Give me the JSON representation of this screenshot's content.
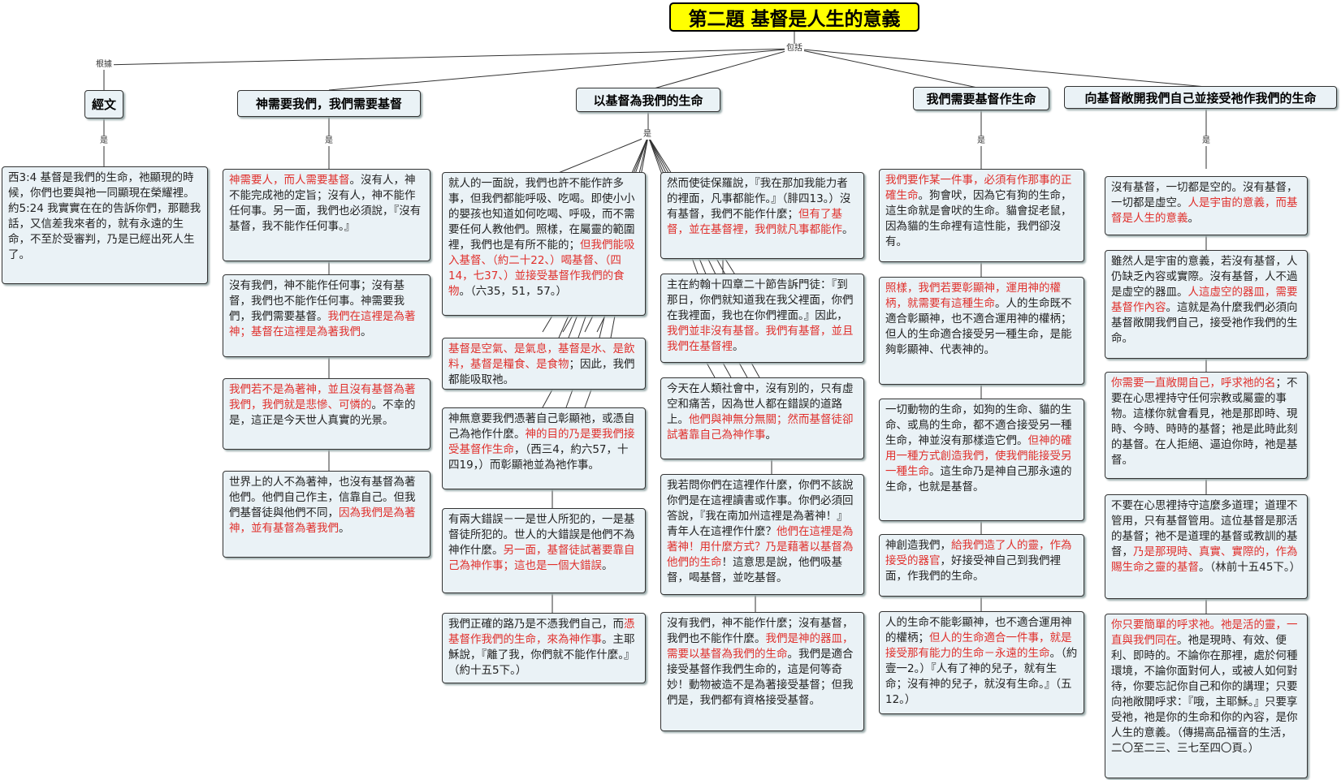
{
  "title": "第二題  基督是人生的意義",
  "labels": {
    "based_on": "根據",
    "includes": "包括",
    "is": "是"
  },
  "categories": [
    {
      "id": "c0",
      "label": "經文"
    },
    {
      "id": "c1",
      "label": "神需要我們，我們需要基督"
    },
    {
      "id": "c2",
      "label": "以基督為我們的生命"
    },
    {
      "id": "c3",
      "label": "我們需要基督作生命"
    },
    {
      "id": "c4",
      "label": "向基督敞開我們自己並接受祂作我們的生命"
    }
  ],
  "boxes": [
    {
      "id": "b0_0",
      "segs": [
        {
          "t": "西3:4  基督是我們的生命，祂顯現的時候，你們也要與祂一同顯現在榮耀裡。",
          "r": false
        },
        {
          "t": "\n約5:24  我實實在在的告訴你們，那聽我話，又信差我來者的，就有永遠的生命，不至於受審判，乃是已經出死人生了。",
          "r": false
        }
      ]
    },
    {
      "id": "b1_0",
      "segs": [
        {
          "t": "神需要人，而人需要基督",
          "r": true
        },
        {
          "t": "。沒有人，神不能完成祂的定旨；沒有人，神不能作任何事。另一面，我們也必須說，『沒有基督，我不能作任何事。』",
          "r": false
        }
      ]
    },
    {
      "id": "b1_1",
      "segs": [
        {
          "t": "沒有我們，神不能作任何事；沒有基督，我們也不能作任何事。神需要我們，我們需要基督。",
          "r": false
        },
        {
          "t": "我們在這裡是為著神；基督在這裡是為著我們",
          "r": true
        },
        {
          "t": "。",
          "r": false
        }
      ]
    },
    {
      "id": "b1_2",
      "segs": [
        {
          "t": "我們若不是為著神，並且沒有基督為著我們，我們就是悲慘、可憐的",
          "r": true
        },
        {
          "t": "。不幸的是，這正是今天世人真實的光景。",
          "r": false
        }
      ]
    },
    {
      "id": "b1_3",
      "segs": [
        {
          "t": "世界上的人不為著神，也沒有基督為著他們。他們自己作主，信靠自己。但我們基督徒與他們不同，",
          "r": false
        },
        {
          "t": "因為我們是為著神，並有基督為著我們",
          "r": true
        },
        {
          "t": "。",
          "r": false
        }
      ]
    },
    {
      "id": "b2a_0",
      "segs": [
        {
          "t": "就人的一面說，我們也許不能作許多事，但我們都能呼吸、吃喝。即使小小的嬰孩也知道如何吃喝、呼吸，而不需要任何人教他們。照樣，在屬靈的範圍裡，我們也是有所不能的；",
          "r": false
        },
        {
          "t": "但我們能吸入基督、（約二十22、）喝基督、（四14，七37、）並接受基督作我們的食物",
          "r": true
        },
        {
          "t": "。（六35，51，57。）",
          "r": false
        }
      ]
    },
    {
      "id": "b2a_1",
      "segs": [
        {
          "t": "基督是空氣、是氣息，基督是水、是飲料，基督是糧食、是食物",
          "r": true
        },
        {
          "t": "；因此，我們都能吸取祂。",
          "r": false
        }
      ]
    },
    {
      "id": "b2a_2",
      "segs": [
        {
          "t": "神無意要我們憑著自己彰顯祂，或憑自己為祂作什麼。",
          "r": false
        },
        {
          "t": "神的目的乃是要我們接受基督作生命",
          "r": true
        },
        {
          "t": "，（西三4，約六57，十四19，）而彰顯祂並為祂作事。",
          "r": false
        }
      ]
    },
    {
      "id": "b2a_3",
      "segs": [
        {
          "t": "有兩大錯誤－一是世人所犯的，一是基督徒所犯的。世人的大錯誤是他們不為神作什麼。",
          "r": false
        },
        {
          "t": "另一面，基督徒試著要靠自己為神作事；這也是一個大錯誤",
          "r": true
        },
        {
          "t": "。",
          "r": false
        }
      ]
    },
    {
      "id": "b2a_4",
      "segs": [
        {
          "t": "我們正確的路乃是不憑我們自己，而",
          "r": false
        },
        {
          "t": "憑基督作我們的生命，來為神作事",
          "r": true
        },
        {
          "t": "。主耶穌說，『離了我，你們就不能作什麼。』（約十五5下。）",
          "r": false
        }
      ]
    },
    {
      "id": "b2b_0",
      "segs": [
        {
          "t": "然而使徒保羅說，『我在那加我能力者的裡面，凡事都能作。』（腓四13。）沒有基督，我們不能作什麼；",
          "r": false
        },
        {
          "t": "但有了基督，並在基督裡，我們就凡事都能作",
          "r": true
        },
        {
          "t": "。",
          "r": false
        }
      ]
    },
    {
      "id": "b2b_1",
      "segs": [
        {
          "t": "主在約翰十四章二十節告訴門徒：『到那日，你們就知道我在我父裡面，你們在我裡面，我也在你們裡面。』因此，",
          "r": false
        },
        {
          "t": "我們並非沒有基督。我們有基督，並且我們在基督裡",
          "r": true
        },
        {
          "t": "。",
          "r": false
        }
      ]
    },
    {
      "id": "b2b_2",
      "segs": [
        {
          "t": "今天在人類社會中，沒有別的，只有虛空和痛苦，因為世人都在錯誤的道路上。",
          "r": false
        },
        {
          "t": "他們與神無分無關；然而基督徒卻試著靠自己為神作事",
          "r": true
        },
        {
          "t": "。",
          "r": false
        }
      ]
    },
    {
      "id": "b2b_3",
      "segs": [
        {
          "t": "我若問你們在這裡作什麼，你們不該說你們是在這裡讀書或作事。你們必須回答說，『我在南加州這裡是為著神！』青年人在這裡作什麼？",
          "r": false
        },
        {
          "t": "他們在這裡是為著神！用什麼方式？乃是藉著以基督為他們的生命",
          "r": true
        },
        {
          "t": "！這意思是說，他們吸基督，喝基督，並吃基督。",
          "r": false
        }
      ]
    },
    {
      "id": "b2b_4",
      "segs": [
        {
          "t": "沒有我們，神不能作什麼；沒有基督，我們也不能作什麼。",
          "r": false
        },
        {
          "t": "我們是神的器皿，需要以基督為我們的生命",
          "r": true
        },
        {
          "t": "。我們是適合接受基督作我們生命的，這是何等奇妙！動物被造不是為著接受基督；但我們是，我們都有資格接受基督。",
          "r": false
        }
      ]
    },
    {
      "id": "b3_0",
      "segs": [
        {
          "t": "我們要作某一件事，必須有作那事的正確生命",
          "r": true
        },
        {
          "t": "。狗會吠，因為它有狗的生命，這生命就是會吠的生命。貓會捉老鼠，因為貓的生命裡有這性能，我們卻沒有。",
          "r": false
        }
      ]
    },
    {
      "id": "b3_1",
      "segs": [
        {
          "t": "照樣，我們若要彰顯神，運用神的權柄，就需要有這種生命",
          "r": true
        },
        {
          "t": "。人的生命既不適合彰顯神，也不適合運用神的權柄；但人的生命適合接受另一種生命，是能夠彰顯神、代表神的。",
          "r": false
        }
      ]
    },
    {
      "id": "b3_2",
      "segs": [
        {
          "t": "一切動物的生命，如狗的生命、貓的生命、或鳥的生命，都不適合接受另一種生命，神並沒有那樣造它們。",
          "r": false
        },
        {
          "t": "但神的確用一種方式創造我們，使我們能接受另一種生命",
          "r": true
        },
        {
          "t": "。這生命乃是神自己那永遠的生命，也就是基督。",
          "r": false
        }
      ]
    },
    {
      "id": "b3_3",
      "segs": [
        {
          "t": "神創造我們，",
          "r": false
        },
        {
          "t": "給我們造了人的靈，作為接受的器官",
          "r": true
        },
        {
          "t": "，好接受神自己到我們裡面，作我們的生命。",
          "r": false
        }
      ]
    },
    {
      "id": "b3_4",
      "segs": [
        {
          "t": "人的生命不能彰顯神，也不適合運用神的權柄；",
          "r": false
        },
        {
          "t": "但人的生命適合一件事，就是接受那有能力的生命－永遠的生命",
          "r": true
        },
        {
          "t": "。（約壹一2。）『人有了神的兒子，就有生命；沒有神的兒子，就沒有生命。』（五12。）",
          "r": false
        }
      ]
    },
    {
      "id": "b4_0",
      "segs": [
        {
          "t": "沒有基督，一切都是空的。沒有基督，一切都是虛空。",
          "r": false
        },
        {
          "t": "人是宇宙的意義，而基督是人生的意義",
          "r": true
        },
        {
          "t": "。",
          "r": false
        }
      ]
    },
    {
      "id": "b4_1",
      "segs": [
        {
          "t": "雖然人是宇宙的意義，若沒有基督，人仍缺乏內容或實際。沒有基督，人不過是虛空的器皿。",
          "r": false
        },
        {
          "t": "人這虛空的器皿，需要基督作內容",
          "r": true
        },
        {
          "t": "。這就是為什麼我們必須向基督敞開我們自己，接受祂作我們的生命。",
          "r": false
        }
      ]
    },
    {
      "id": "b4_2",
      "segs": [
        {
          "t": "你需要一直敞開自己，呼求祂的名",
          "r": true
        },
        {
          "t": "；不要在心思裡持守任何宗教或屬靈的事物。這樣你就會看見，祂是那即時、現時、今時、時時的基督；祂是此時此刻的基督。在人拒絕、逼迫你時，祂是基督。",
          "r": false
        }
      ]
    },
    {
      "id": "b4_3",
      "segs": [
        {
          "t": "不要在心思裡持守這麼多道理；道理不管用，只有基督管用。這位基督是那活的基督；祂不是道理的基督或教訓的基督，",
          "r": false
        },
        {
          "t": "乃是那現時、真實、實際的，作為賜生命之靈的基督",
          "r": true
        },
        {
          "t": "。（林前十五45下。）",
          "r": false
        }
      ]
    },
    {
      "id": "b4_4",
      "segs": [
        {
          "t": "你只要簡單的呼求祂。祂是活的靈，一直與我們同在",
          "r": true
        },
        {
          "t": "。祂是現時、有效、便利、即時的。不論你在那裡，處於何種環境，不論你面對何人，或被人如何對待，你要忘記你自己和你的講理；只要向祂敞開呼求：『哦，主耶穌。』只要享受祂，祂是你的生命和你的內容，是你人生的意義。（傳揚高品福音的生活，二〇至二三、三七至四〇頁。）",
          "r": false
        }
      ]
    }
  ]
}
